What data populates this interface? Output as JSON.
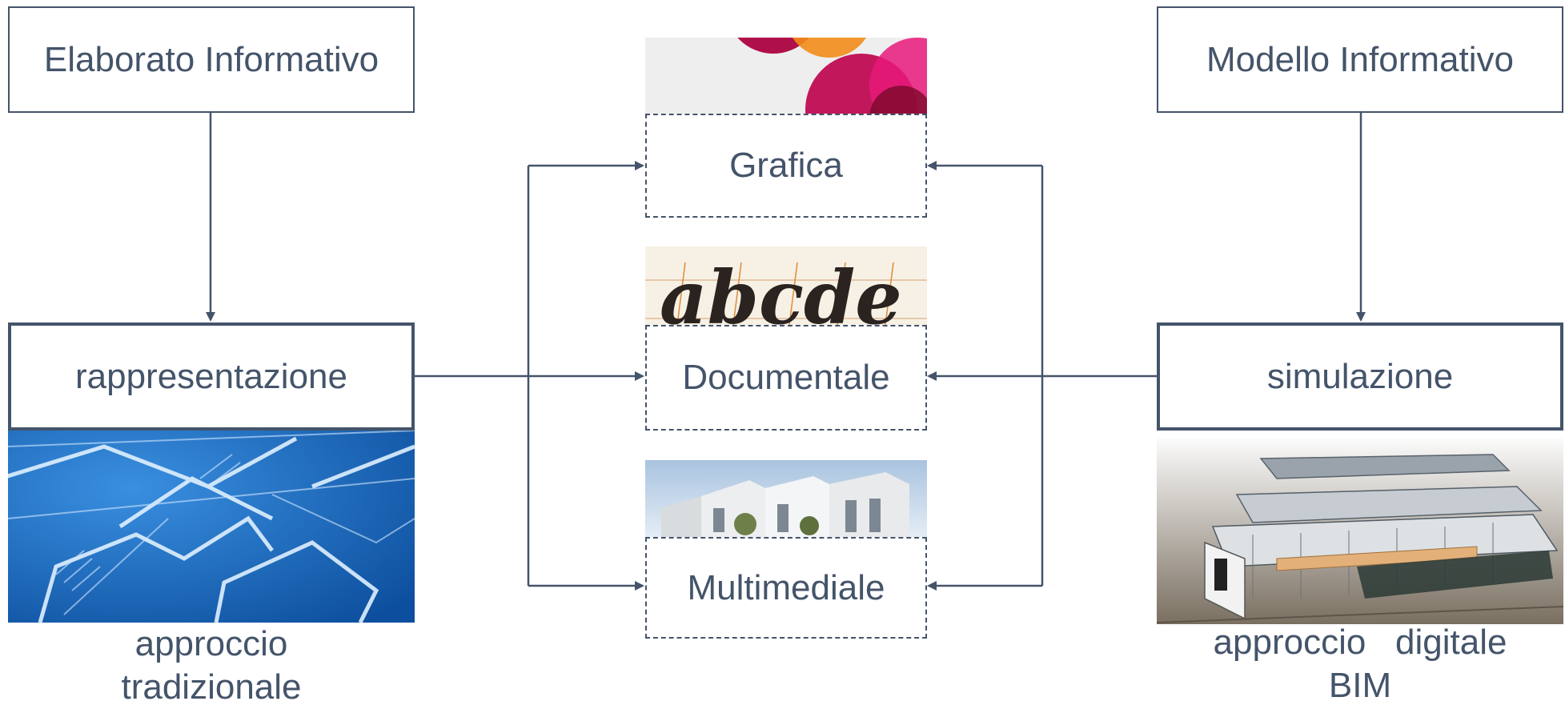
{
  "left": {
    "top_box": "Elaborato Informativo",
    "mid_box": "rappresentazione",
    "caption_line1": "approccio",
    "caption_line2": "tradizionale"
  },
  "right": {
    "top_box": "Modello Informativo",
    "mid_box": "simulazione",
    "caption_line1": "approccio   digitale",
    "caption_line2": "BIM"
  },
  "center": {
    "grafica": "Grafica",
    "documentale": "Documentale",
    "multimediale": "Multimediale",
    "calligraphy_text": "abcde"
  },
  "colors": {
    "stroke": "#44546a",
    "blueprint": "#1f73c8",
    "magenta": "#c2185b"
  }
}
